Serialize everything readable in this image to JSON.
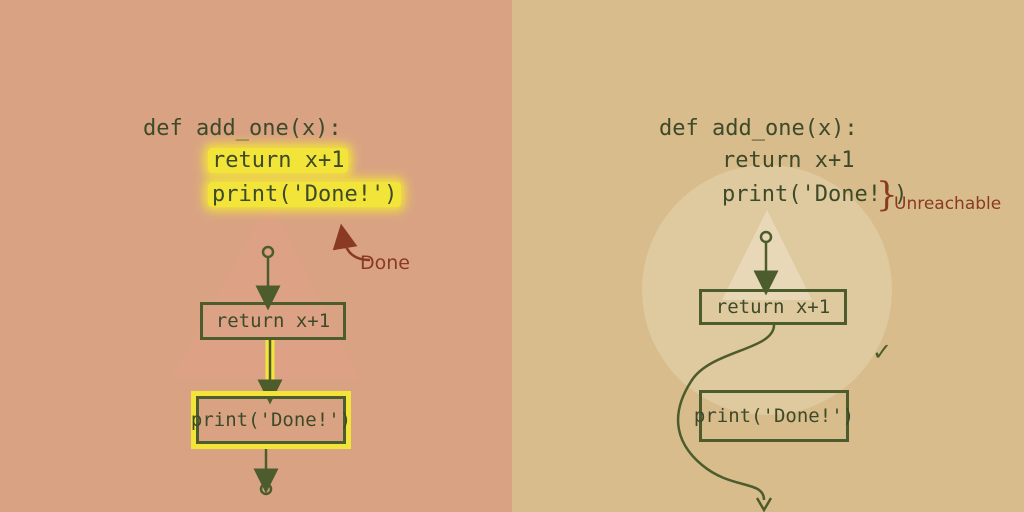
{
  "left": {
    "code": {
      "def_line": "def add_one(x):",
      "return_line": "return x+1",
      "print_line": "print('Done!')"
    },
    "annotation": "Done",
    "flow": {
      "return_node": "return x+1",
      "print_node": "print('Done!')"
    }
  },
  "right": {
    "code": {
      "def_line": "def add_one(x):",
      "return_line": "return x+1",
      "print_line": "print('Done!')"
    },
    "annotation": "Unreachable",
    "flow": {
      "return_node": "return x+1",
      "print_node": "print('Done!')"
    },
    "check_mark": "✓"
  },
  "colors": {
    "left_background": "#d9a383",
    "right_background": "#d8bc8c",
    "ink": "#4c5c2c",
    "highlight": "#f3e43a",
    "annotation": "#8a3a20"
  }
}
